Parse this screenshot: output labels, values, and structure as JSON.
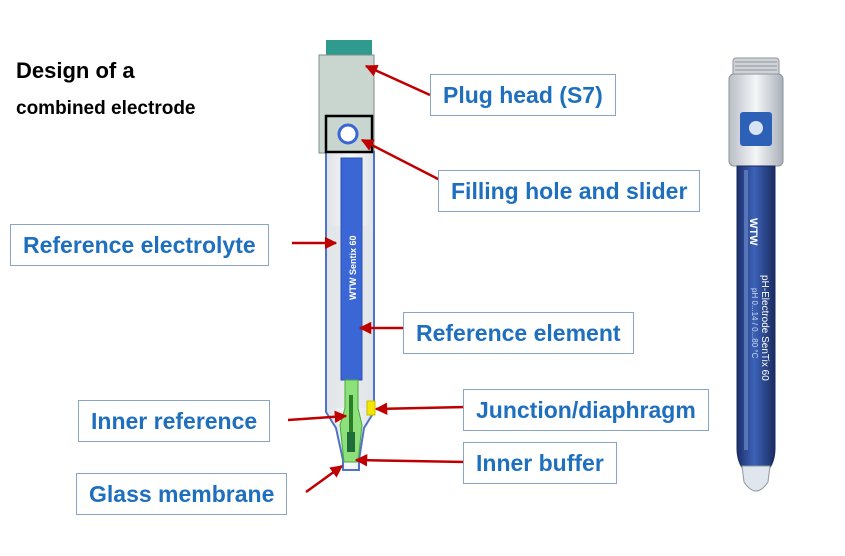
{
  "title": {
    "line1": "Design of a",
    "line2": "combined electrode"
  },
  "labels": {
    "plug_head": "Plug head (S7)",
    "filling_hole": "Filling hole and slider",
    "reference_electrolyte": "Reference electrolyte",
    "reference_element": "Reference element",
    "inner_reference": "Inner reference",
    "junction": "Junction/diaphragm",
    "inner_buffer": "Inner buffer",
    "glass_membrane": "Glass membrane"
  },
  "electrode_text": {
    "schematic_brand": "WTW Sentix 60",
    "photo_brand": "WTW",
    "photo_model": "pH-Electrode SenTix 60",
    "photo_subtext": "pH 0...14 / 0...80 °C"
  },
  "colors": {
    "callout_text": "#1f6fbf",
    "arrow": "#c00000",
    "reference_element": "#3a66d6",
    "inner_buffer": "#8ee07a",
    "plug_head": "#c9d5cf",
    "teal_cap": "#2f9b8f",
    "junction": "#f5e600"
  }
}
